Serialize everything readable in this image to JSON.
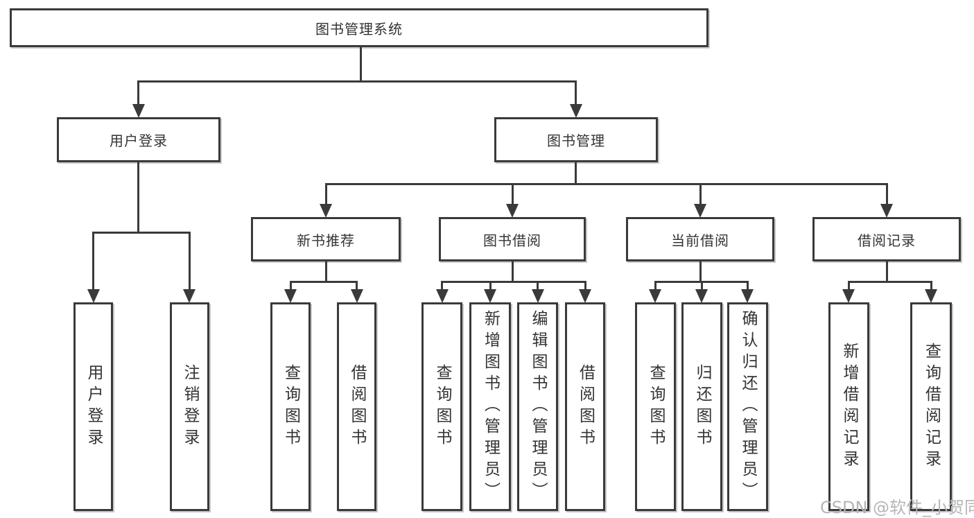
{
  "colors": {
    "background": "#ffffff",
    "line": "#3a3a3a",
    "text": "#333333",
    "box_shadow": "#c8c8c8",
    "watermark": "#b5b5b5"
  },
  "watermark": "CSDN @软件_小贺同学",
  "tree": {
    "root": "图书管理系统",
    "branches": [
      {
        "label": "用户登录",
        "children": [
          "用户登录",
          "注销登录"
        ]
      },
      {
        "label": "图书管理",
        "groups": [
          {
            "label": "新书推荐",
            "children": [
              "查询图书",
              "借阅图书"
            ]
          },
          {
            "label": "图书借阅",
            "children": [
              "查询图书",
              "新增图书（管理员）",
              "编辑图书（管理员）",
              "借阅图书"
            ]
          },
          {
            "label": "当前借阅",
            "children": [
              "查询图书",
              "归还图书",
              "确认归还（管理员）"
            ]
          },
          {
            "label": "借阅记录",
            "children": [
              "新增借阅记录",
              "查询借阅记录"
            ]
          }
        ]
      }
    ]
  }
}
